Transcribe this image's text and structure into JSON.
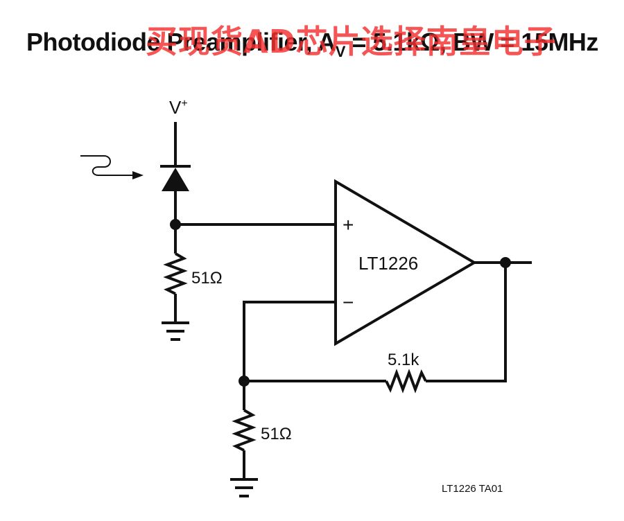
{
  "title": {
    "prefix": "Photodiode Preamplifier, A",
    "subscript": "V",
    "suffix": " = 5.1kΩ, BW = 15MHz"
  },
  "watermark": "买现货AD芯片选择南皇电子",
  "labels": {
    "supply": "V",
    "supply_sup": "+",
    "opamp": "LT1226",
    "plus": "+",
    "minus": "−",
    "resistor_top": "51Ω",
    "resistor_bottom": "51Ω",
    "resistor_feedback": "5.1k",
    "figure_id": "LT1226 TA01"
  }
}
